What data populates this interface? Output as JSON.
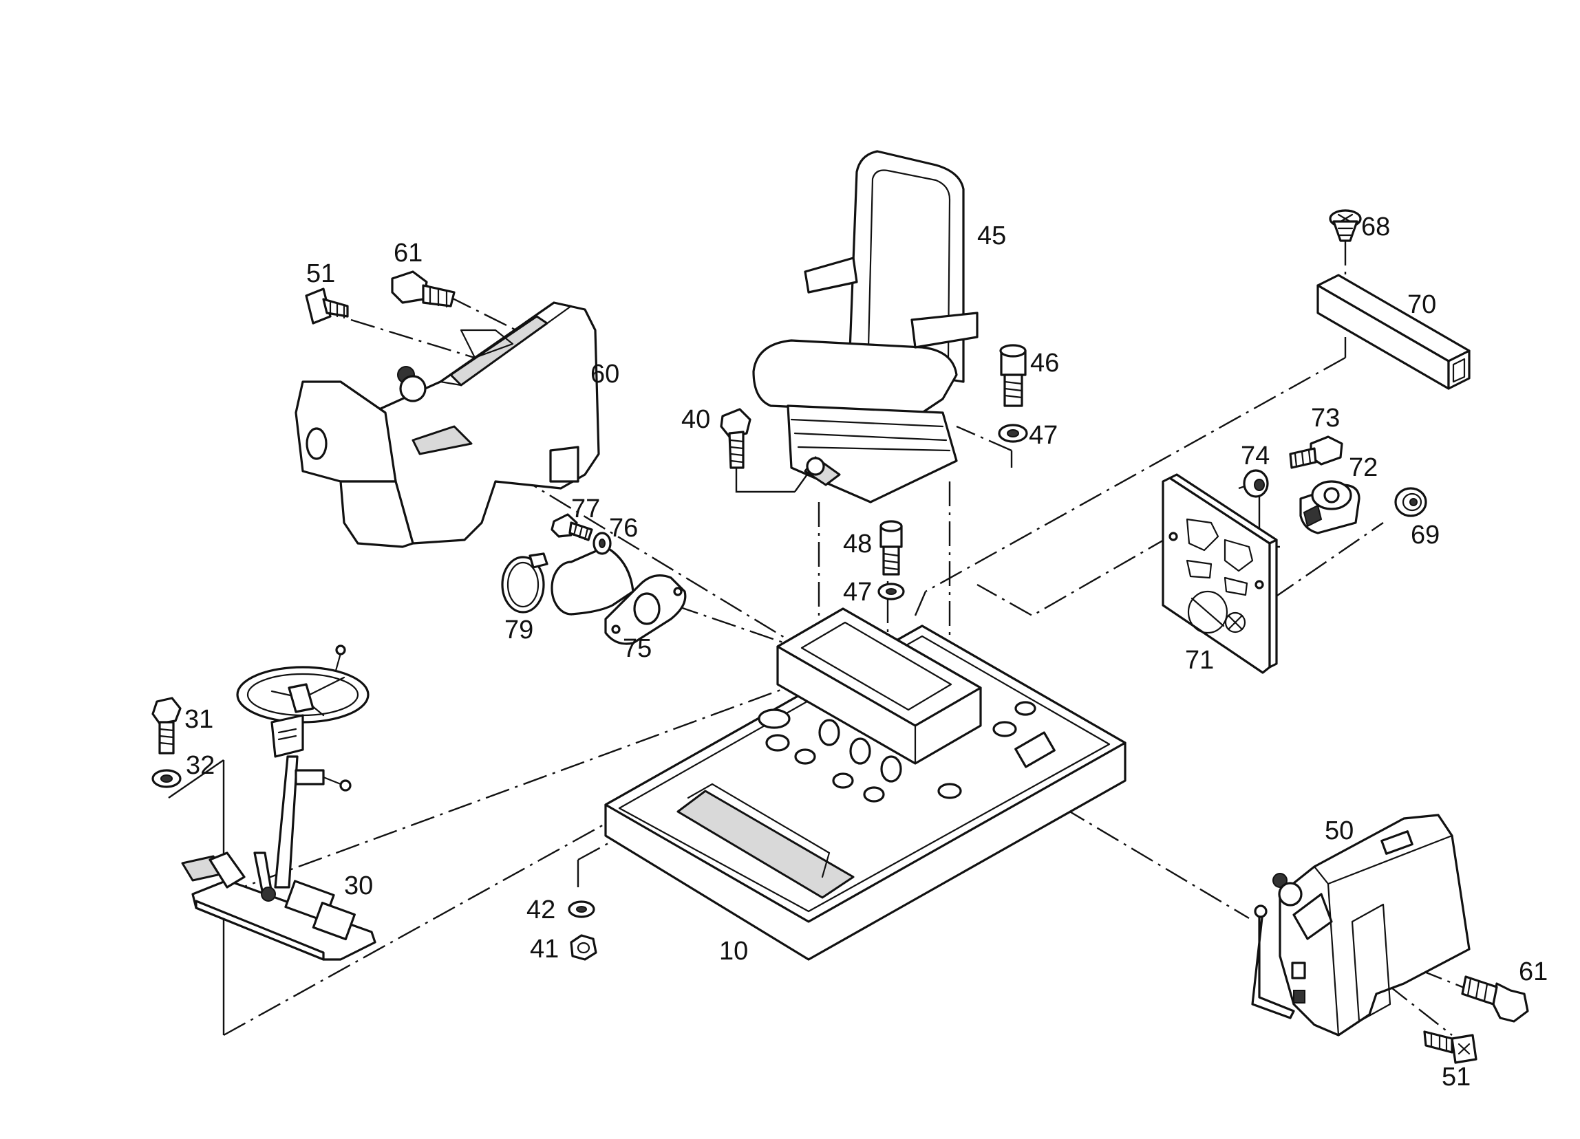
{
  "diagram": {
    "callouts": {
      "p10": "10",
      "p30": "30",
      "p31": "31",
      "p32": "32",
      "p40": "40",
      "p41": "41",
      "p42": "42",
      "p45": "45",
      "p46": "46",
      "p47a": "47",
      "p47b": "47",
      "p48": "48",
      "p50": "50",
      "p51a": "51",
      "p51b": "51",
      "p60": "60",
      "p61a": "61",
      "p61b": "61",
      "p68": "68",
      "p69": "69",
      "p70": "70",
      "p71": "71",
      "p72": "72",
      "p73": "73",
      "p74": "74",
      "p75": "75",
      "p76": "76",
      "p77": "77",
      "p79": "79"
    }
  }
}
